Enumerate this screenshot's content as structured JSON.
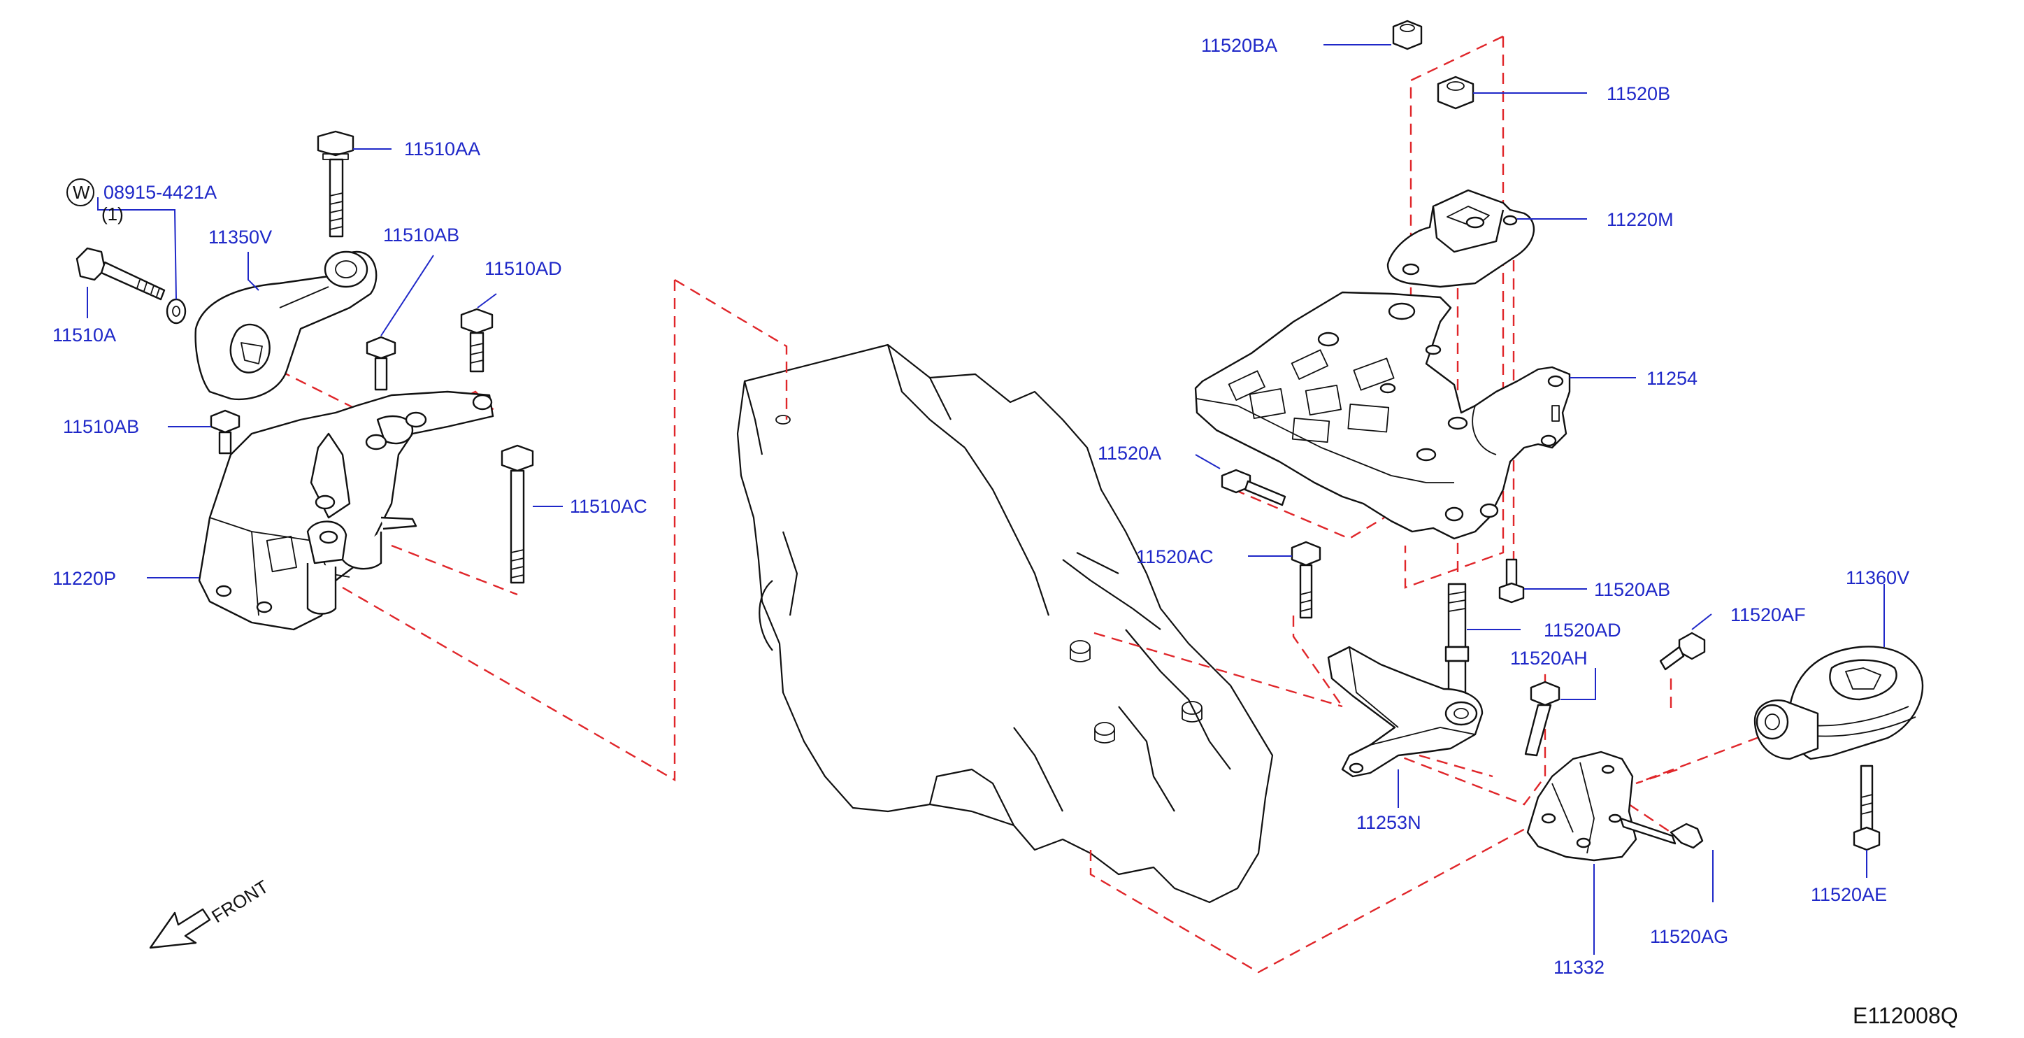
{
  "diagram": {
    "code": "E112008Q",
    "front_label": "FRONT",
    "washer_symbol": "W",
    "washer_qty": "(1)",
    "label_color": "#1f28c8",
    "dash_color": "#e0262a"
  },
  "parts": {
    "p08915": "08915-4421A",
    "p11350V": "11350V",
    "p11510AA": "11510AA",
    "p11510AB_top": "11510AB",
    "p11510AD": "11510AD",
    "p11510A": "11510A",
    "p11510AB_left": "11510AB",
    "p11510AC": "11510AC",
    "p11220P": "11220P",
    "p11520BA": "11520BA",
    "p11520B": "11520B",
    "p11220M": "11220M",
    "p11254": "11254",
    "p11520A": "11520A",
    "p11520AC": "11520AC",
    "p11520AB": "11520AB",
    "p11520AD": "11520AD",
    "p11520AF": "11520AF",
    "p11360V": "11360V",
    "p11520AH": "11520AH",
    "p11253N": "11253N",
    "p11520AE": "11520AE",
    "p11520AG": "11520AG",
    "p11332": "11332"
  }
}
